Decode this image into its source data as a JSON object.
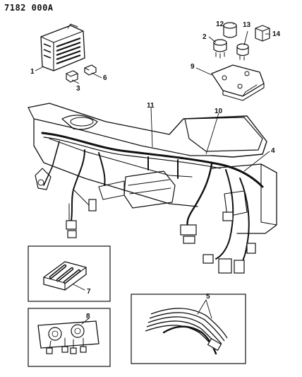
{
  "drawing_code": "7182 000A",
  "callouts": [
    "1",
    "2",
    "3",
    "4",
    "5",
    "6",
    "7",
    "8",
    "9",
    "10",
    "11",
    "12",
    "13",
    "14"
  ]
}
